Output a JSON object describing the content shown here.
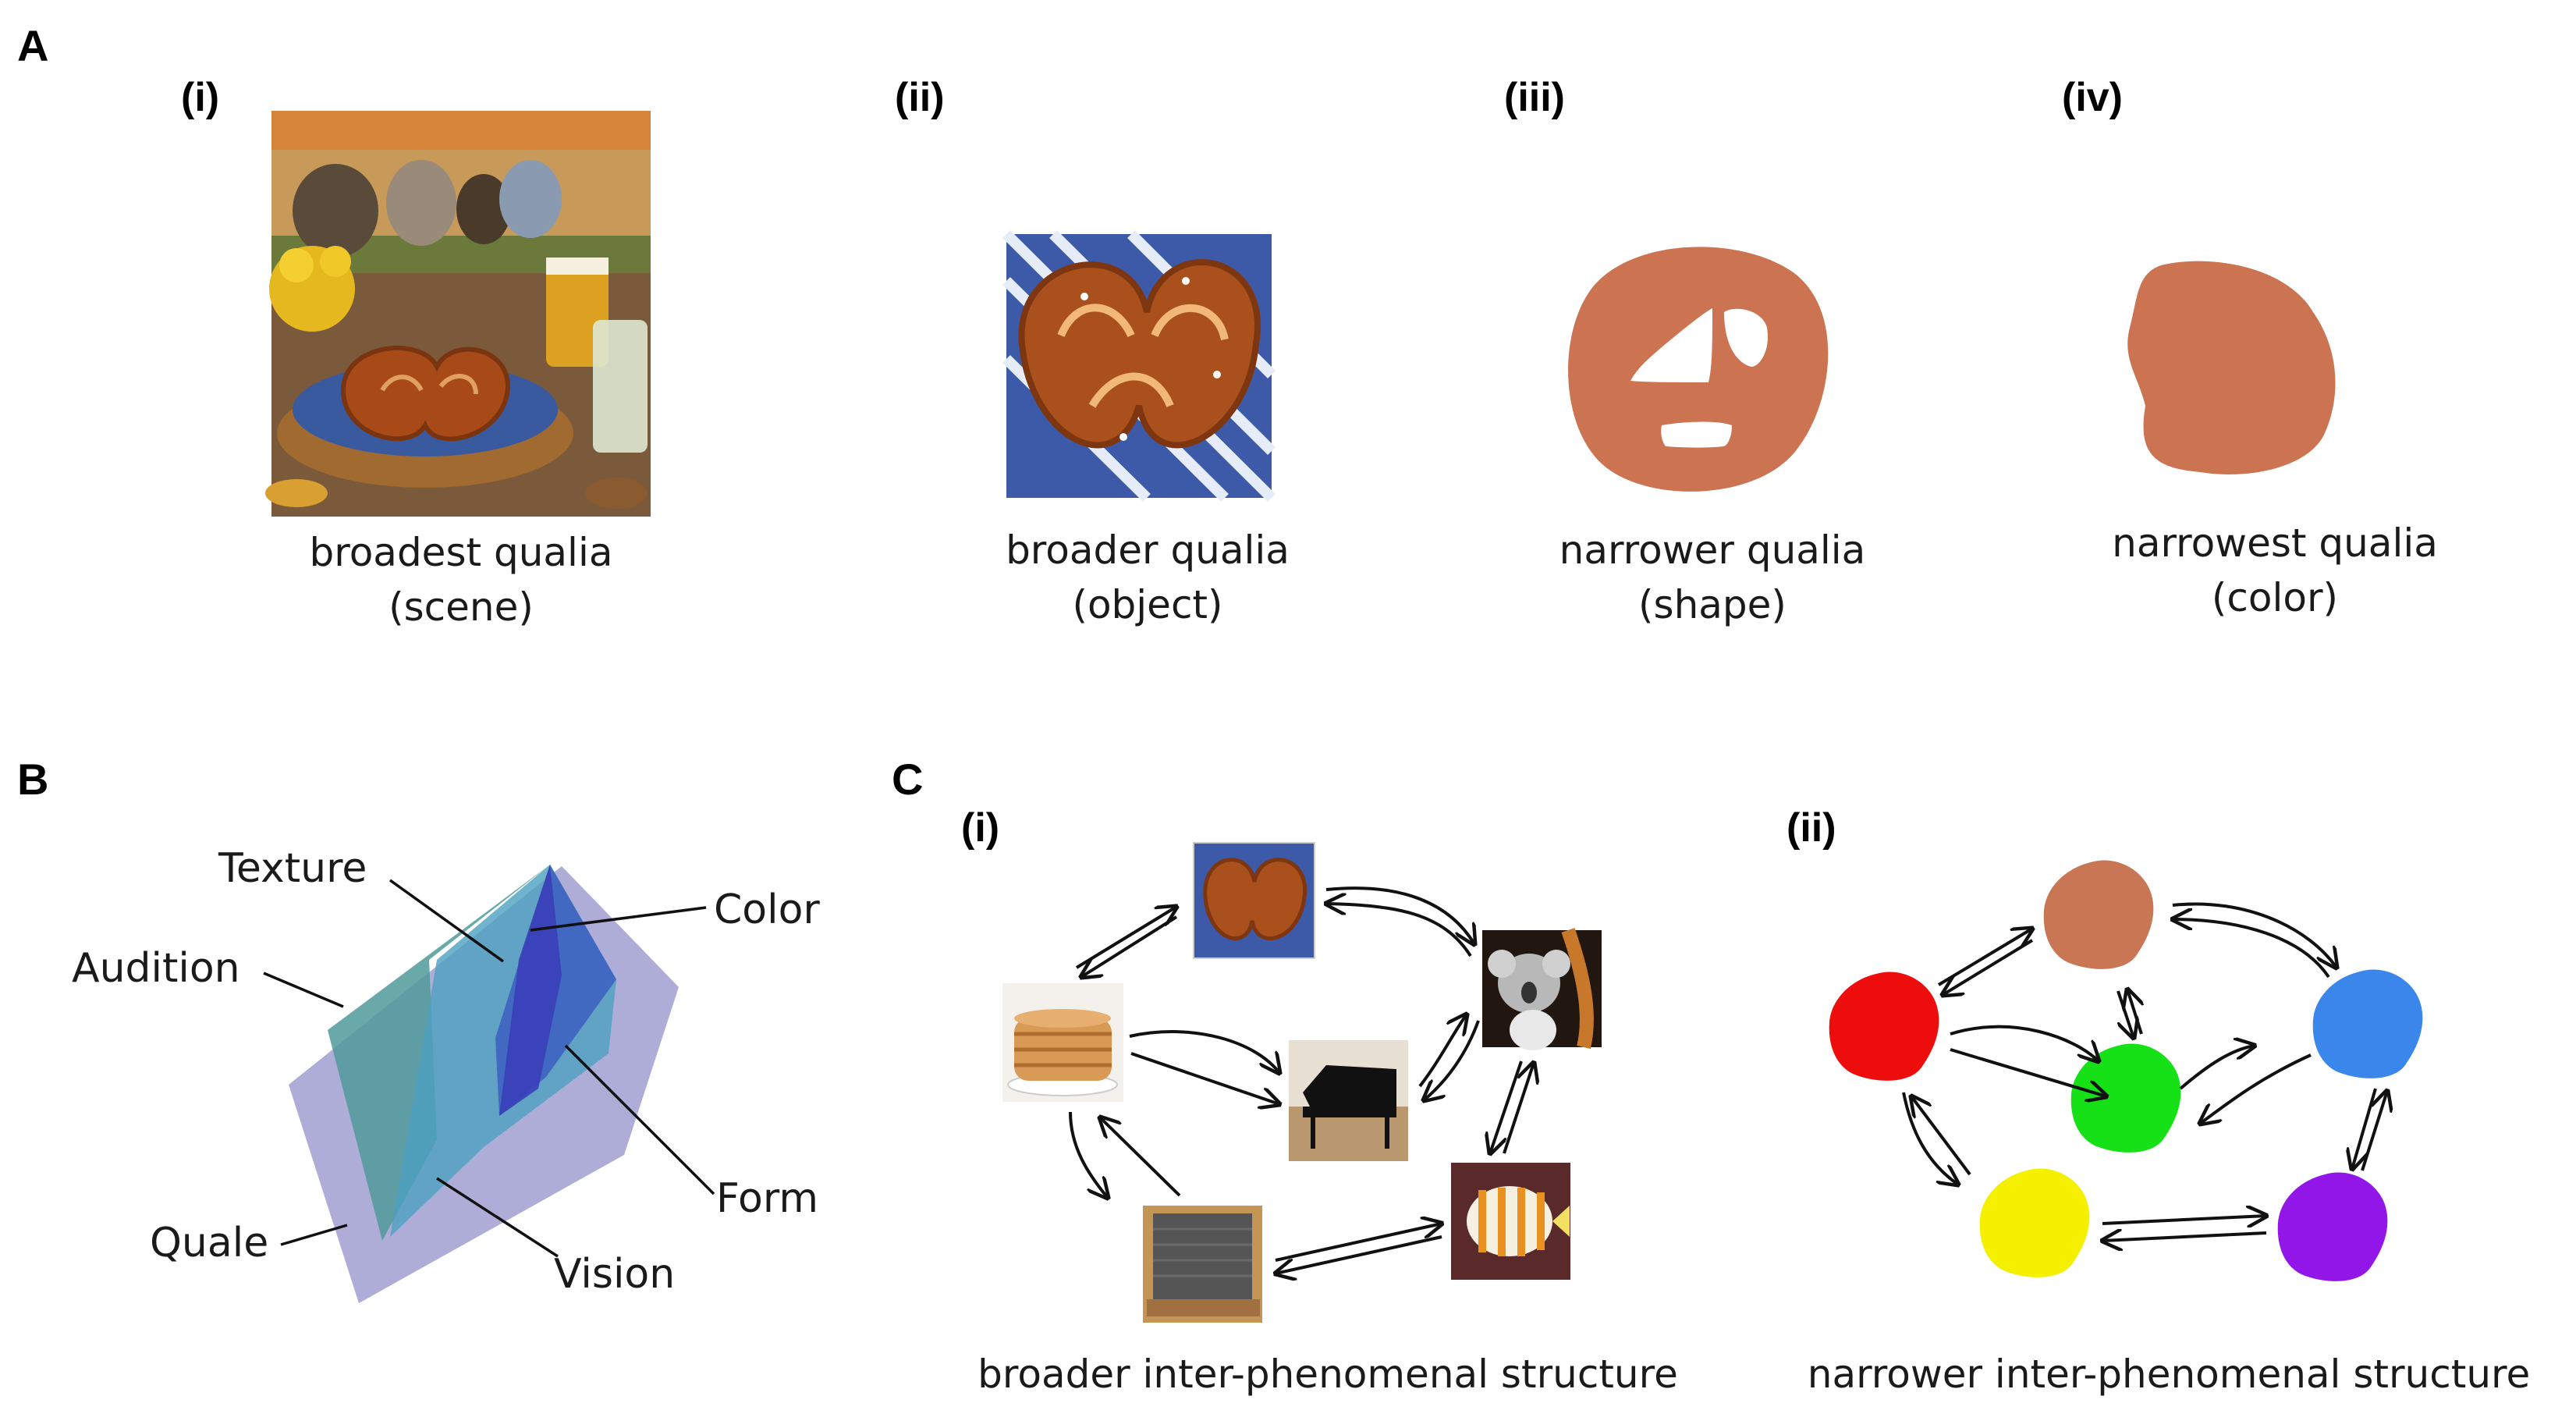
{
  "panel_a": {
    "letter": "A",
    "items": [
      {
        "sub": "(i)",
        "line1": "broadest qualia",
        "line2": "(scene)"
      },
      {
        "sub": "(ii)",
        "line1": "broader qualia",
        "line2": "(object)"
      },
      {
        "sub": "(iii)",
        "line1": "narrower qualia",
        "line2": "(shape)"
      },
      {
        "sub": "(iv)",
        "line1": "narrowest qualia",
        "line2": "(color)"
      }
    ]
  },
  "panel_b": {
    "letter": "B",
    "labels": {
      "texture": "Texture",
      "color": "Color",
      "audition": "Audition",
      "form": "Form",
      "quale": "Quale",
      "vision": "Vision"
    },
    "colors": {
      "quale": "#9f9fd0",
      "audition": "#4f9a9a",
      "vision": "#4ca0c0",
      "color": "#3a3fb8",
      "texture": "#3c5fc0"
    }
  },
  "panel_c": {
    "letter": "C",
    "left": {
      "sub": "(i)",
      "caption": "broader inter-phenomenal structure"
    },
    "right": {
      "sub": "(ii)",
      "caption": "narrower inter-phenomenal structure",
      "blob_colors": {
        "brown": "#c87654",
        "red": "#ee0d0d",
        "green": "#16e016",
        "blue": "#3a86ea",
        "yellow": "#f5f000",
        "purple": "#9316e8"
      }
    }
  },
  "blob_color": "#cc7352"
}
